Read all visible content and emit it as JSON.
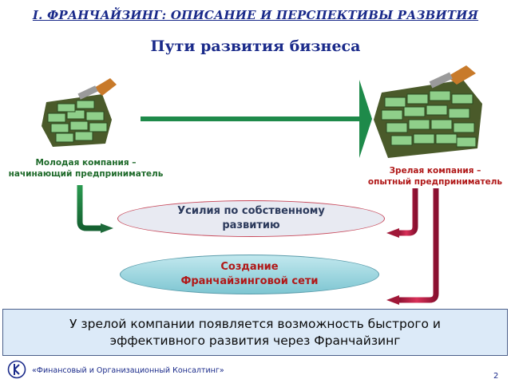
{
  "header": {
    "title": "I. ФРАНЧАЙЗИНГ: ОПИСАНИЕ И ПЕРСПЕКТИВЫ РАЗВИТИЯ"
  },
  "slide": {
    "title": "Пути развития бизнеса"
  },
  "young_company": {
    "line1": "Молодая компания –",
    "line2": "начинающий предприниматель"
  },
  "mature_company": {
    "line1": "Зрелая компания –",
    "line2": "опытный предприниматель"
  },
  "paths": {
    "effort_line1": "Усилия по собственному",
    "effort_line2": "развитию",
    "franchise_line1": "Создание",
    "franchise_line2": "Франчайзинговой сети"
  },
  "conclusion": {
    "line1": "У зрелой компании появляется возможность быстрого и",
    "line2": "эффективного развития через Франчайзинг"
  },
  "footer": {
    "company": "«Финансовый и Организационный Консалтинг»",
    "page_number": "2"
  },
  "colors": {
    "title_blue": "#1a2a8a",
    "green_arrow": "#1e7a3a",
    "red_arrow": "#b01838",
    "conclusion_bg": "#dceaf8"
  }
}
